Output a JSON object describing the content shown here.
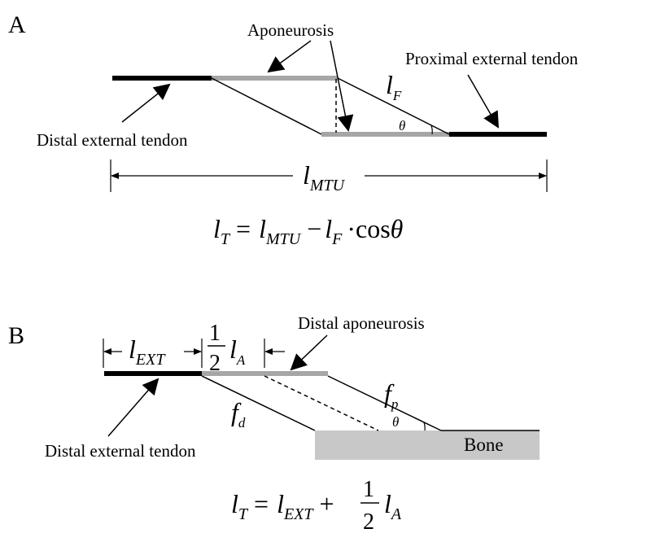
{
  "panel_a": {
    "letter": "A",
    "labels": {
      "aponeurosis": "Aponeurosis",
      "proximal_tendon": "Proximal external tendon",
      "distal_tendon": "Distal external tendon",
      "fiber_length_var": "l",
      "fiber_length_sub": "F",
      "angle": "θ",
      "mtu_length_var": "l",
      "mtu_length_sub": "MTU"
    },
    "equation": {
      "lhs_var": "l",
      "lhs_sub": "T",
      "equals": "=",
      "t1_var": "l",
      "t1_sub": "MTU",
      "minus": "−",
      "t2_var": "l",
      "t2_sub": "F",
      "dot": "·",
      "cos": "cos",
      "theta": "θ"
    }
  },
  "panel_b": {
    "letter": "B",
    "labels": {
      "ext_var": "l",
      "ext_sub": "EXT",
      "half_num": "1",
      "half_den": "2",
      "half_var": "l",
      "half_sub": "A",
      "distal_aponeurosis": "Distal aponeurosis",
      "fp_var": "f",
      "fp_sub": "p",
      "fd_var": "f",
      "fd_sub": "d",
      "angle": "θ",
      "distal_tendon": "Distal external tendon",
      "bone": "Bone"
    },
    "equation": {
      "lhs_var": "l",
      "lhs_sub": "T",
      "equals": "=",
      "t1_var": "l",
      "t1_sub": "EXT",
      "plus": "+",
      "num": "1",
      "den": "2",
      "t2_var": "l",
      "t2_sub": "A"
    }
  },
  "colors": {
    "tendon": "#000000",
    "aponeurosis": "#a6a6a6",
    "bone": "#c8c8c8"
  }
}
